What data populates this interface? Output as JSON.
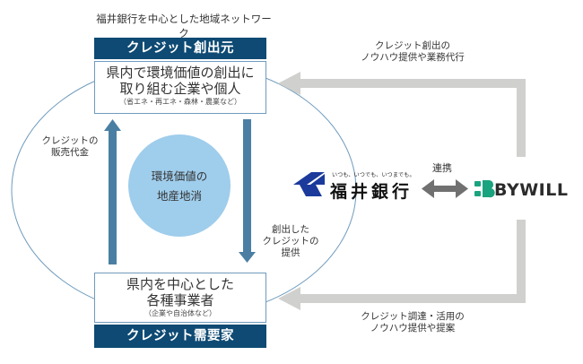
{
  "title": "福井銀行を中心とした地域ネットワーク",
  "colors": {
    "header_navy": "#0e4a73",
    "box_border": "#6f9bbd",
    "ellipse_stroke": "#6f9bbd",
    "vertical_arrow": "#4a7fa3",
    "center_circle": "#9fcdec",
    "gray_arrow": "#d0d0ce",
    "double_arrow": "#707070",
    "fukui_logo_blue": "#1b3a9c",
    "bywill_green": "#1aa37f"
  },
  "creator": {
    "header": "クレジット創出元",
    "line1": "県内で環境価値の創出に",
    "line2": "取り組む企業や個人",
    "note": "（省エネ・再エネ・森林・農業など）"
  },
  "demander": {
    "line1": "県内を中心とした",
    "line2": "各種事業者",
    "note": "（企業や自治体など）",
    "header": "クレジット需要家"
  },
  "center": {
    "line1": "環境価値の",
    "line2": "地産地消"
  },
  "left_arrow_label": {
    "line1": "クレジットの",
    "line2": "販売代金"
  },
  "right_arrow_label": {
    "line1": "創出した",
    "line2": "クレジットの",
    "line3": "提供"
  },
  "top_flow_label": {
    "line1": "クレジット創出の",
    "line2": "ノウハウ提供や業務代行"
  },
  "bottom_flow_label": {
    "line1": "クレジット調達・活用の",
    "line2": "ノウハウ提供や提案"
  },
  "fukui_bank": {
    "tagline": "いつも、いつでも、いつまでも。",
    "name": "福井銀行"
  },
  "partnership_label": "連携",
  "bywill": {
    "name": "BYWILL"
  }
}
